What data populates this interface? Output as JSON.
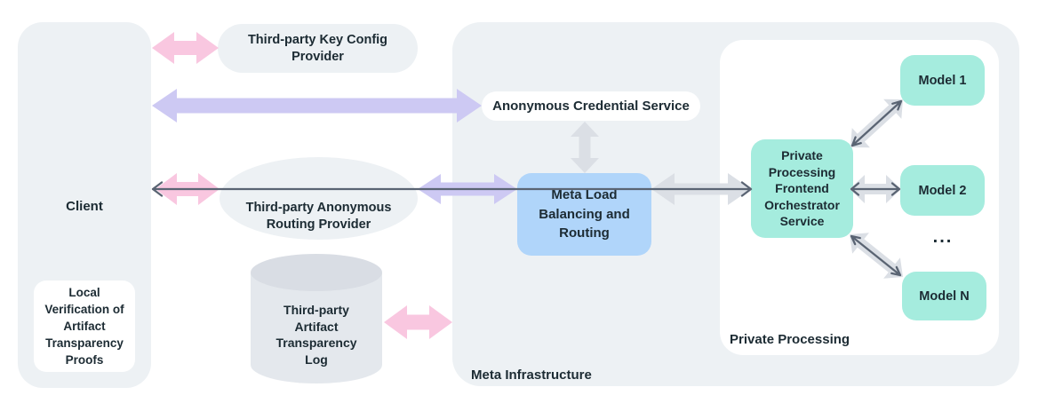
{
  "colors": {
    "container_bg": "#EDF1F4",
    "white_box": "#FFFFFF",
    "blue_box": "#B0D5FA",
    "teal_box": "#A5ECDE",
    "pink_arrow": "#F9C7E0",
    "purple_arrow": "#CDC9F3",
    "gray_arrow": "#DBDFE5",
    "line_arrow": "#5A6473",
    "text": "#1C2B33",
    "cylinder_body": "#E4E8ED",
    "cylinder_top": "#D9DDE4"
  },
  "client": {
    "label": "Client",
    "local_verification_label": "Local Verification of Artifact Transparency Proofs"
  },
  "providers": {
    "key_config_label": "Third-party Key Config Provider",
    "anonymous_routing_label": "Third-party Anonymous Routing Provider",
    "artifact_log_label": "Third-party Artifact Transparency Log"
  },
  "meta_infrastructure": {
    "label": "Meta Infrastructure",
    "anonymous_credential_service_label": "Anonymous Credential Service",
    "load_balancing_label": "Meta Load Balancing and Routing",
    "private_processing": {
      "label": "Private Processing",
      "orchestrator_label": "Private Processing Frontend Orchestrator Service",
      "models": [
        "Model 1",
        "Model 2",
        "Model N"
      ],
      "ellipsis": "..."
    }
  }
}
